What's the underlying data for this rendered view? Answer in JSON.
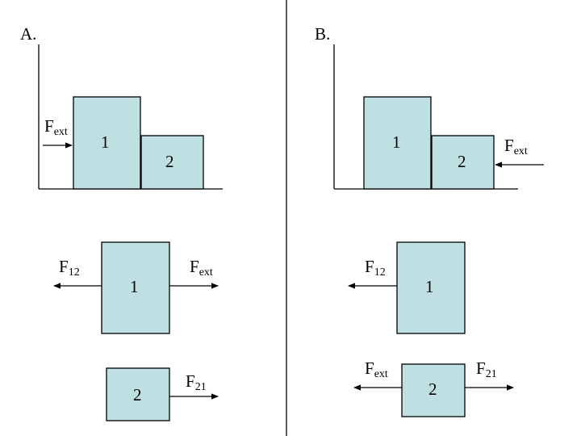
{
  "colors": {
    "block_fill": "#bfe0e3",
    "line": "#000000"
  },
  "panel_a": {
    "title": "A.",
    "top": {
      "force": "F",
      "force_sub": "ext",
      "block1": "1",
      "block2": "2"
    },
    "fbd1": {
      "left_force": "F",
      "left_sub": "12",
      "right_force": "F",
      "right_sub": "ext",
      "block": "1"
    },
    "fbd2": {
      "right_force": "F",
      "right_sub": "21",
      "block": "2"
    }
  },
  "panel_b": {
    "title": "B.",
    "top": {
      "force": "F",
      "force_sub": "ext",
      "block1": "1",
      "block2": "2"
    },
    "fbd1": {
      "left_force": "F",
      "left_sub": "12",
      "block": "1"
    },
    "fbd2": {
      "left_force": "F",
      "left_sub": "ext",
      "right_force": "F",
      "right_sub": "21",
      "block": "2"
    }
  }
}
